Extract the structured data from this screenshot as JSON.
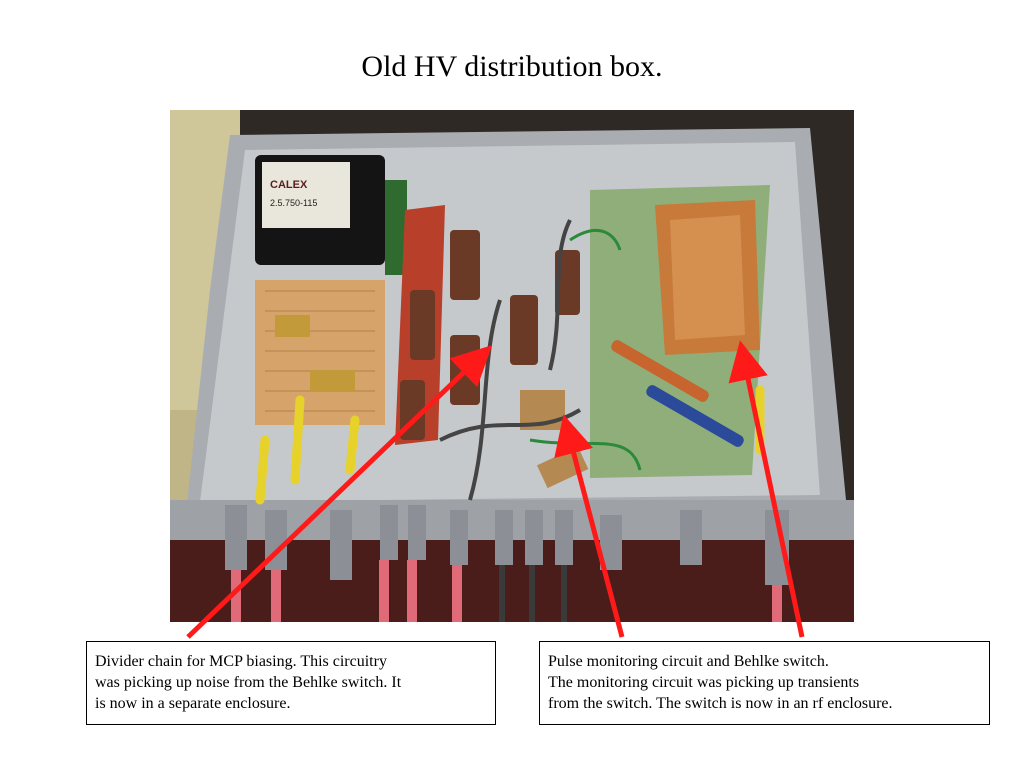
{
  "slide": {
    "title": "Old HV distribution box."
  },
  "captions": {
    "left": "Divider chain for MCP biasing.  This circuitry\nwas picking up noise from the Behlke switch.  It\nis now in a separate enclosure.",
    "right": "Pulse monitoring circuit and Behlke switch.\nThe monitoring circuit was picking up transients\nfrom the switch.  The switch is now in an rf enclosure."
  },
  "colors": {
    "arrow": "#ff1a1a",
    "chassis": "#b9bcc0",
    "copper": "#c87a3a",
    "perfboard_tan": "#d9a86a",
    "perfboard_green": "#8fae7a",
    "resistor_brown": "#6b3a26",
    "insulator_red": "#b8402a"
  },
  "photo_description_icons": {
    "power_supply": "transformer-block-icon",
    "enclosure": "copper-foil-enclosure-icon"
  },
  "power_supply_label": {
    "brand": "CALEX",
    "model": "2.5.750-115"
  }
}
